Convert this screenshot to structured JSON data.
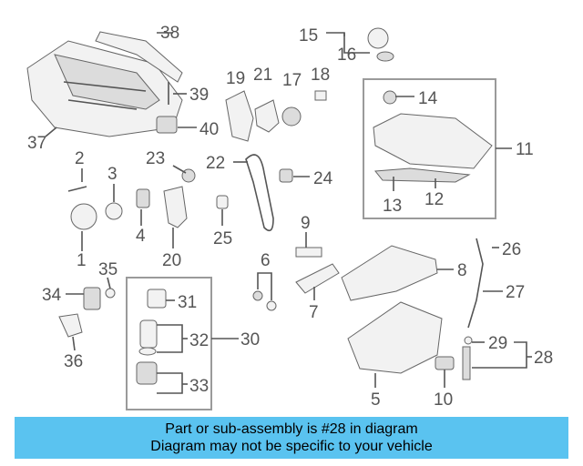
{
  "diagram": {
    "callouts": [
      "1",
      "2",
      "3",
      "4",
      "5",
      "6",
      "7",
      "8",
      "9",
      "10",
      "11",
      "12",
      "13",
      "14",
      "15",
      "16",
      "17",
      "18",
      "19",
      "20",
      "21",
      "22",
      "23",
      "24",
      "25",
      "26",
      "27",
      "28",
      "29",
      "30",
      "31",
      "32",
      "33",
      "34",
      "35",
      "36",
      "37",
      "38",
      "39",
      "40"
    ]
  },
  "banner": {
    "line1": "Part or sub-assembly is #28 in diagram",
    "line2": "Diagram may not be specific to your vehicle",
    "color": "#5ac3f0"
  }
}
